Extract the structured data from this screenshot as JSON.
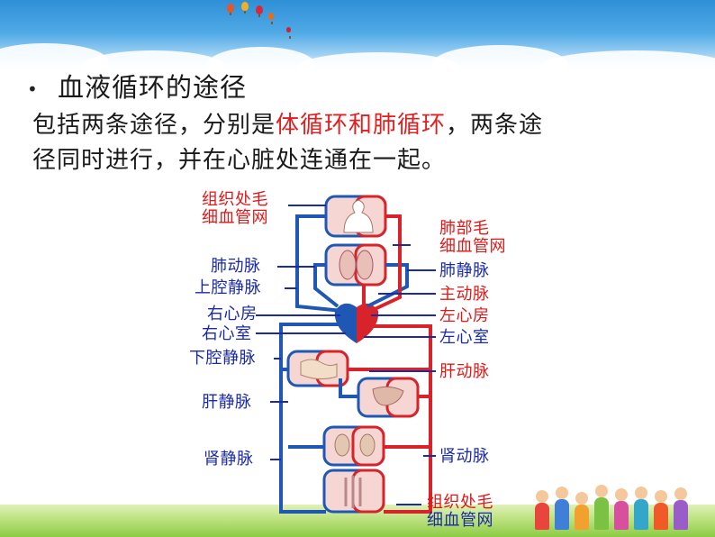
{
  "slide": {
    "bullet": "•",
    "heading": "血液循环的途径",
    "paragraph": {
      "part1": "包括两条途径，分别是",
      "highlight": "体循环和肺循环",
      "part2": "，两条途",
      "line2": "径同时进行，并在心脏处连通在一起。"
    }
  },
  "diagram": {
    "labels_left": {
      "tissue_capillary_top_1": "组织处毛",
      "tissue_capillary_top_2": "细血管网",
      "pulmonary_artery": "肺动脉",
      "superior_vena_cava": "上腔静脉",
      "right_atrium": "右心房",
      "right_ventricle": "右心室",
      "inferior_vena_cava": "下腔静脉",
      "hepatic_vein": "肝静脉",
      "renal_vein": "肾静脉"
    },
    "labels_right": {
      "lung_capillary_1": "肺部毛",
      "lung_capillary_2": "细血管网",
      "pulmonary_vein": "肺静脉",
      "aorta": "主动脉",
      "left_atrium": "左心房",
      "left_ventricle": "左心室",
      "hepatic_artery": "肝动脉",
      "renal_artery": "肾动脉",
      "tissue_capillary_bottom_1": "组织处毛",
      "tissue_capillary_bottom_2": "细血管网"
    },
    "colors": {
      "artery": "#d8232a",
      "vein": "#1f57b4",
      "label_red": "#e01818",
      "label_blue": "#1a2aa8"
    }
  }
}
